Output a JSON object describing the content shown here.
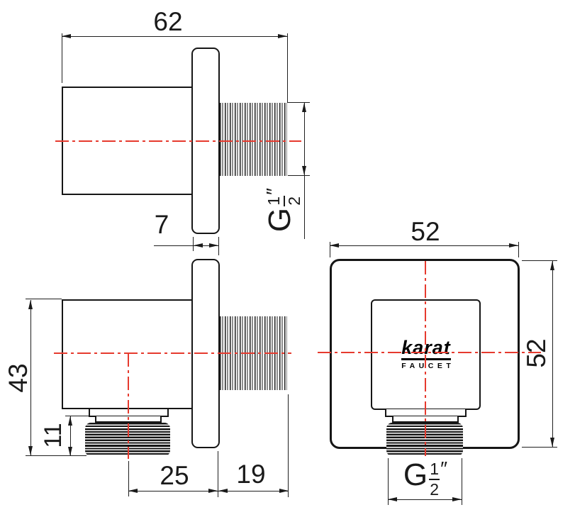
{
  "colors": {
    "outline": "#161616",
    "dimension": "#1f1f1f",
    "centerline": "#e63a2e",
    "background": "#ffffff"
  },
  "thread_label": {
    "g": "G",
    "numerator": "1",
    "denominator": "2",
    "unit": "″"
  },
  "dims": {
    "side": {
      "overall_width": "62",
      "flange_thickness": "7"
    },
    "lower": {
      "body_height": "43",
      "outlet_thread_length": "11",
      "center_to_flange": "25",
      "inlet_thread_length": "19"
    },
    "front": {
      "plate_width": "52",
      "plate_height": "52"
    }
  },
  "logo": {
    "brand": "karat",
    "subtitle": "FAUCET"
  }
}
